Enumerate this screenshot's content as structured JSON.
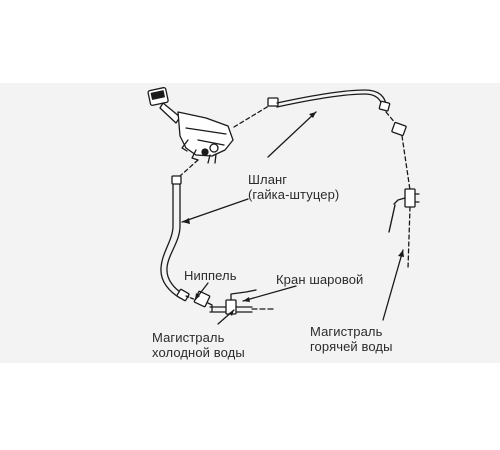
{
  "labels": {
    "hose": {
      "line1": "Шланг",
      "line2": "(гайка-штуцер)"
    },
    "nipple": "Ниппель",
    "ball_valve": "Кран шаровой",
    "cold_main": {
      "line1": "Магистраль",
      "line2": "холодной воды"
    },
    "hot_main": {
      "line1": "Магистраль",
      "line2": "горячей воды"
    }
  },
  "colors": {
    "background_panel": "#f3f3f3",
    "stroke": "#1a1a1a",
    "text": "#2b2b2b"
  }
}
